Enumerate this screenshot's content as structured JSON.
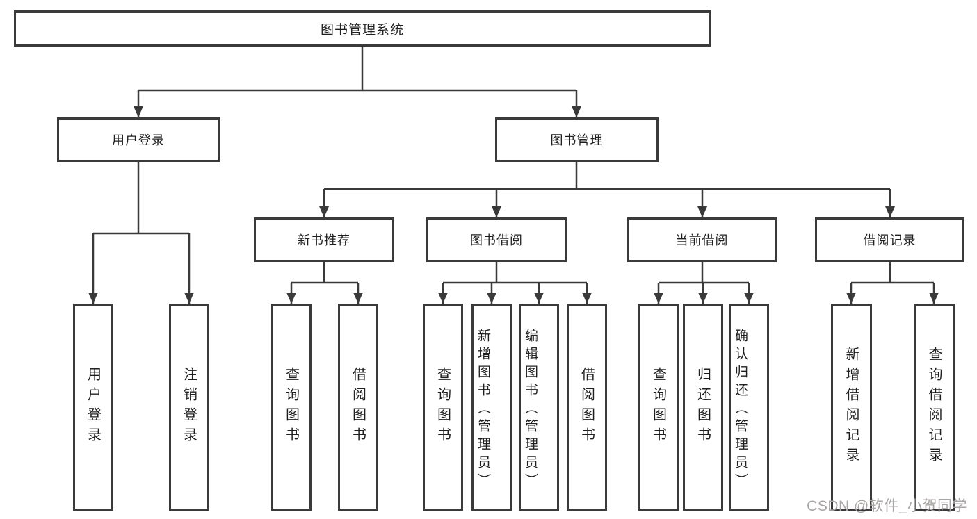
{
  "diagram": {
    "title": "图书管理系统",
    "root": "图书管理系统",
    "level2": [
      "用户登录",
      "图书管理"
    ],
    "level3": [
      "新书推荐",
      "图书借阅",
      "当前借阅",
      "借阅记录"
    ],
    "leaves": [
      "用户登录",
      "注销登录",
      "查询图书",
      "借阅图书",
      "查询图书",
      "新增图书（管理员）",
      "编辑图书（管理员）",
      "借阅图书",
      "查询图书",
      "归还图书",
      "确认归还（管理员）",
      "新增借阅记录",
      "查询借阅记录"
    ],
    "colors": {
      "line": "#3a3a3a",
      "box_border": "#3a3a3a",
      "text": "#1f1f1f",
      "background": "#ffffff",
      "watermark": "#a9a4a4"
    }
  },
  "watermark": {
    "text": "CSDN @软件_小贺同学"
  }
}
